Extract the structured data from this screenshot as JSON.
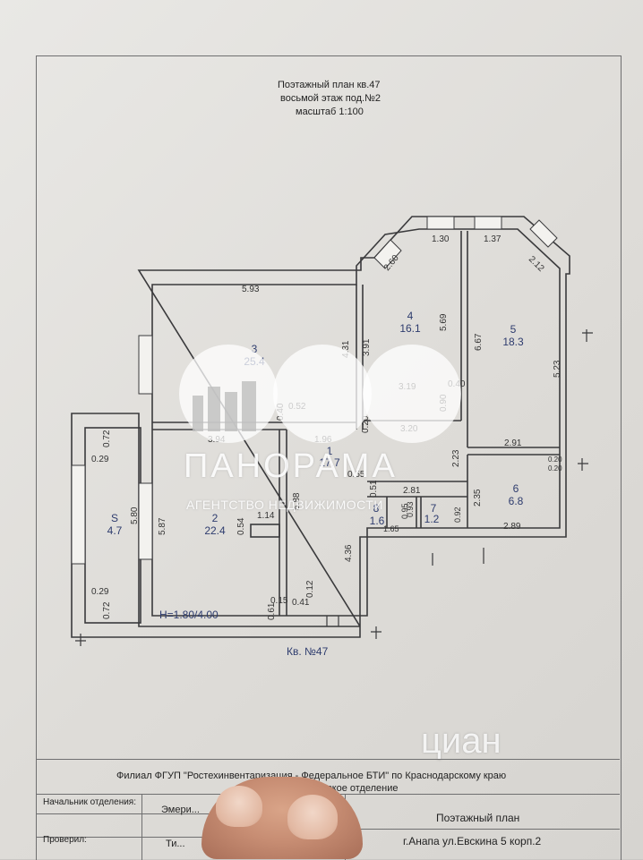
{
  "header": {
    "line1": "Поэтажный план кв.47",
    "line2": "восьмой этаж под.№2",
    "line3": "масштаб 1:100"
  },
  "rooms": [
    {
      "num": "1",
      "area": "17.7"
    },
    {
      "num": "2",
      "area": "22.4"
    },
    {
      "num": "3",
      "area": "25.4"
    },
    {
      "num": "4",
      "area": "16.1"
    },
    {
      "num": "5",
      "area": "18.3"
    },
    {
      "num": "6",
      "area": "6.8"
    },
    {
      "num": "7",
      "area": "1.2"
    },
    {
      "num": "8",
      "area": "1.6"
    },
    {
      "num": "S",
      "area": "4.7"
    }
  ],
  "dimensions": {
    "d593": "5.93",
    "d431": "4.31",
    "d391": "3.91",
    "d260": "2.60",
    "d130": "1.30",
    "d137": "1.37",
    "d212": "2.12",
    "d569": "5.69",
    "d667": "6.67",
    "d523": "5.23",
    "d319": "3.19",
    "d040": "0.40",
    "d090": "0.90",
    "d052": "0.52",
    "d040b": "0.40",
    "d394": "3.94",
    "d196": "1.96",
    "d020": "0.20",
    "d320": "3.20",
    "d291": "2.91",
    "d223": "2.23",
    "d020r": "0.20",
    "d020r2": "0.20",
    "d055": "0.55",
    "d051": "0.51",
    "d281": "2.81",
    "d235": "2.35",
    "d289": "2.89",
    "d165": "1.65",
    "d092": "0.92",
    "d095": "0.95",
    "d072": "0.72",
    "d029": "0.29",
    "d580": "5.80",
    "d587": "5.87",
    "d054": "0.54",
    "d114": "1.14",
    "d588": "5.88",
    "d436": "4.36",
    "d012": "0.12",
    "d015": "0.15",
    "d061": "0.61",
    "d041": "0.41",
    "d029b": "0.29",
    "d072b": "0.72",
    "d093": "0.93"
  },
  "height_label": "H=1.80/4.00",
  "apartment_label": "Кв. №47",
  "watermark": {
    "brand": "ПАНОРАМА",
    "sub": "АГЕНТСТВО НЕДВИЖИМОСТИ",
    "site": "циан"
  },
  "stamp": {
    "org": "Филиал ФГУП \"Ростехинвентаризация - Федеральное БТИ\" по Краснодарскому краю",
    "dept": "...ское городское отделение",
    "chief_label": "Начальник отделения:",
    "chief_name": "Эмери...",
    "checked_label": "Проверил:",
    "checked_name": "Ти...",
    "doc_title": "Поэтажный план",
    "address": "г.Анапа ул.Евскина 5 корп.2"
  },
  "colors": {
    "ink": "#3a3a3c",
    "paper": "#e6e4e1",
    "blue_ink": "#2e3c6e"
  }
}
